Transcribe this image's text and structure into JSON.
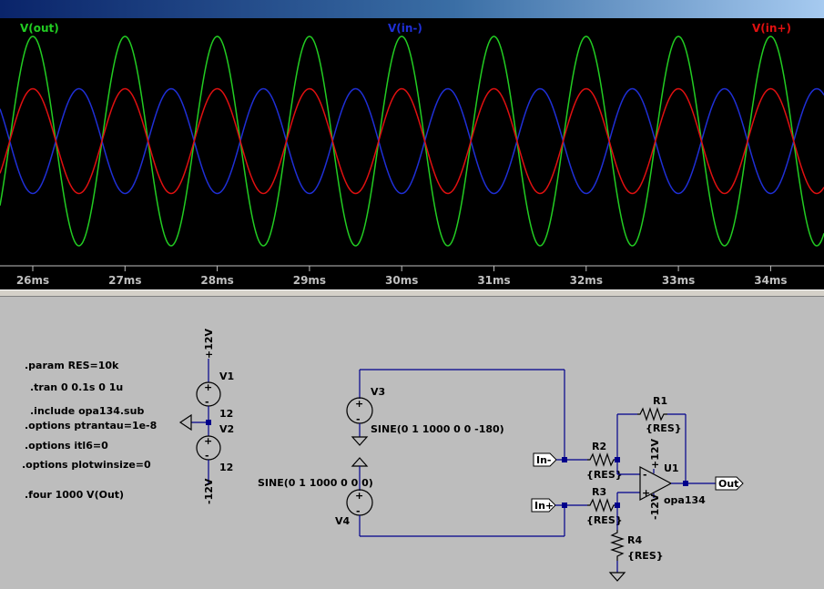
{
  "titlebar": {
    "title": ""
  },
  "waveform": {
    "background": "#000000",
    "traces": [
      {
        "name": "V(out)",
        "color": "#22cc22"
      },
      {
        "name": "V(in-)",
        "color": "#1f2fd6"
      },
      {
        "name": "V(in+)",
        "color": "#e01010"
      }
    ],
    "x_ticks": [
      "26ms",
      "27ms",
      "28ms",
      "29ms",
      "30ms",
      "31ms",
      "32ms",
      "33ms",
      "34ms"
    ]
  },
  "chart_data": {
    "type": "line",
    "xlabel": "",
    "ylabel": "",
    "xlim_ms": [
      25.4,
      34.6
    ],
    "x_ticks": [
      "26ms",
      "27ms",
      "28ms",
      "29ms",
      "30ms",
      "31ms",
      "32ms",
      "33ms",
      "34ms"
    ],
    "frequency_hz": 1000,
    "series": [
      {
        "name": "V(out)",
        "color": "#22cc22",
        "amplitude": 2,
        "phase_deg": 0
      },
      {
        "name": "V(in-)",
        "color": "#1f2fd6",
        "amplitude": 1,
        "phase_deg": 180
      },
      {
        "name": "V(in+)",
        "color": "#e01010",
        "amplitude": 1,
        "phase_deg": 0
      }
    ]
  },
  "directives": [
    ".param RES=10k",
    ".tran 0 0.1s 0 1u",
    ".include opa134.sub",
    ".options ptrantau=1e-8",
    ".options itl6=0",
    ".options plotwinsize=0",
    ".four 1000 V(Out)"
  ],
  "schematic": {
    "supply_pos": "+12V",
    "supply_neg": "-12V",
    "v1": {
      "name": "V1",
      "value": "12"
    },
    "v2": {
      "name": "V2",
      "value": "12"
    },
    "v3": {
      "name": "V3",
      "value": "SINE(0 1 1000 0 0 -180)"
    },
    "v4": {
      "name": "V4",
      "value": "SINE(0 1 1000 0 0 0)"
    },
    "r1": {
      "name": "R1",
      "value": "{RES}"
    },
    "r2": {
      "name": "R2",
      "value": "{RES}"
    },
    "r3": {
      "name": "R3",
      "value": "{RES}"
    },
    "r4": {
      "name": "R4",
      "value": "{RES}"
    },
    "u1": {
      "name": "U1",
      "model": "opa134"
    },
    "opamp_vpos": "+12V",
    "opamp_vneg": "-12V",
    "net_in_minus": "In-",
    "net_in_plus": "In+",
    "net_out": "Out",
    "plus_sign": "+",
    "minus_sign": "-"
  }
}
